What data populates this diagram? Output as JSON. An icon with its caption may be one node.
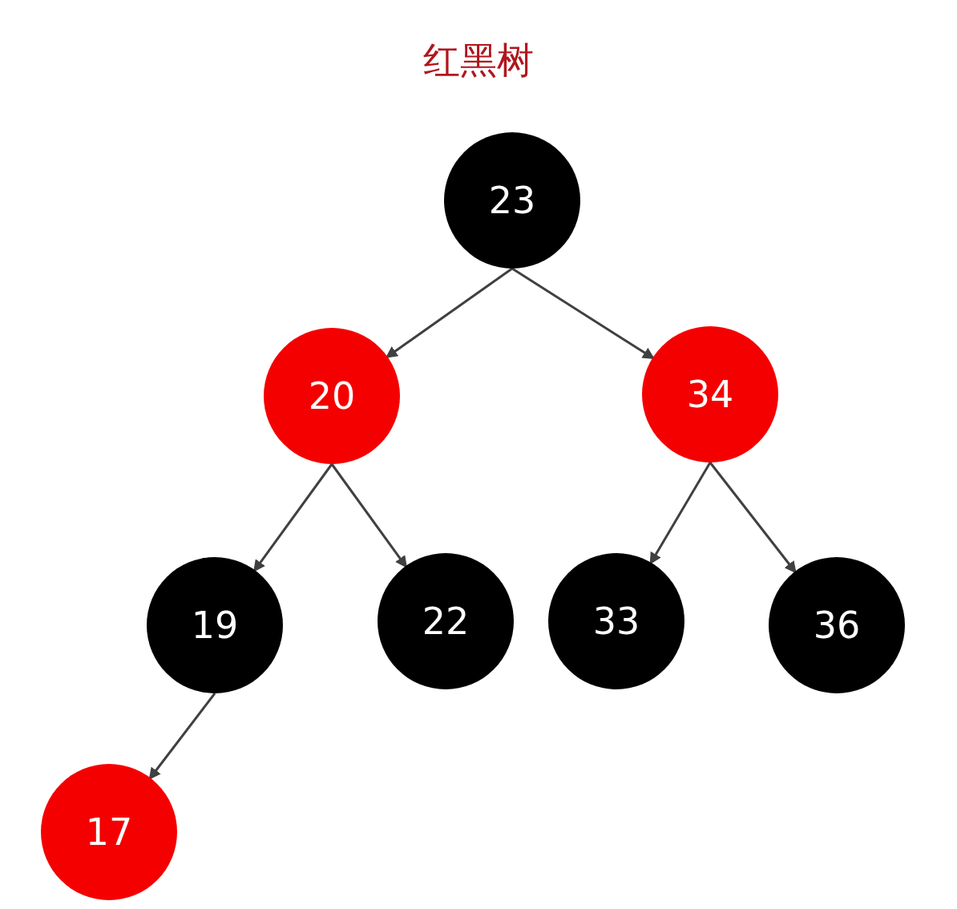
{
  "diagram": {
    "title": "红黑树",
    "nodes": [
      {
        "text": [
          "23"
        ]
      },
      {
        "text": [
          "20"
        ]
      },
      {
        "text": [
          "34"
        ]
      },
      {
        "text": [
          "19"
        ]
      },
      {
        "text": [
          "22"
        ]
      },
      {
        "text": [
          "33"
        ]
      },
      {
        "text": [
          "36"
        ]
      },
      {
        "text": [
          "17"
        ]
      }
    ],
    "edges": [
      {
        "from": 0,
        "to": 1,
        "arrow": "to"
      },
      {
        "from": 0,
        "to": 2,
        "arrow": "to"
      },
      {
        "from": 1,
        "to": 3,
        "arrow": "to"
      },
      {
        "from": 1,
        "to": 4,
        "arrow": "to"
      },
      {
        "from": 2,
        "to": 5,
        "arrow": "to"
      },
      {
        "from": 2,
        "to": 6,
        "arrow": "to"
      },
      {
        "from": 3,
        "to": 7,
        "arrow": "to"
      }
    ]
  }
}
